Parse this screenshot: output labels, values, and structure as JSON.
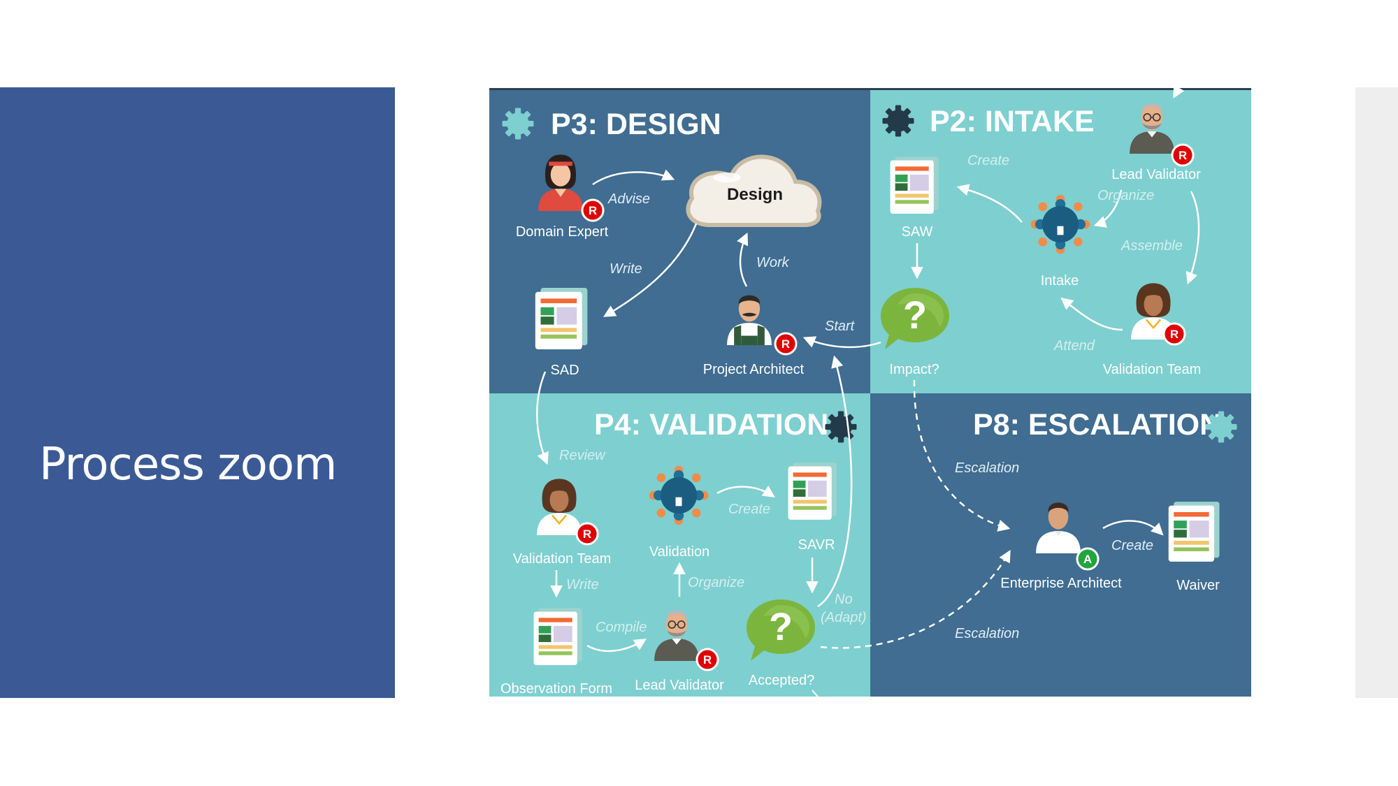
{
  "slide": {
    "title": "Process zoom"
  },
  "colors": {
    "panel_blue": "#3b5a95",
    "quadrant_dark": "#406d91",
    "quadrant_light": "#7ecfd0",
    "badge_red": "#e00000",
    "badge_green": "#22a53e",
    "decision_green": "#7cb53d"
  },
  "diagram": {
    "p3": {
      "title": "P3: DESIGN",
      "cloud": "Design",
      "domain_expert": "Domain Expert",
      "project_architect": "Project Architect",
      "sad": "SAD",
      "advise": "Advise",
      "write": "Write",
      "work": "Work",
      "start": "Start"
    },
    "p2": {
      "title": "P2: INTAKE",
      "saw": "SAW",
      "intake": "Intake",
      "lead_validator": "Lead Validator",
      "validation_team": "Validation Team",
      "impact": "Impact?",
      "create": "Create",
      "organize": "Organize",
      "assemble": "Assemble",
      "attend": "Attend"
    },
    "p4": {
      "title": "P4: VALIDATION",
      "review": "Review",
      "validation_team": "Validation Team",
      "validation": "Validation",
      "savr": "SAVR",
      "create": "Create",
      "write": "Write",
      "organize": "Organize",
      "compile": "Compile",
      "observation_form": "Observation Form",
      "lead_validator": "Lead Validator",
      "accepted": "Accepted?",
      "no_adapt_line1": "No",
      "no_adapt_line2": "(Adapt)"
    },
    "p8": {
      "title": "P8: ESCALATION",
      "escalation_top": "Escalation",
      "escalation_bottom": "Escalation",
      "enterprise_architect": "Enterprise Architect",
      "create": "Create",
      "waiver": "Waiver"
    },
    "badges": {
      "responsible": "R",
      "accountable": "A"
    },
    "icons": {
      "gear": "gear-icon",
      "person": "person-icon",
      "document": "document-icon",
      "meeting": "meeting-icon",
      "decision": "question-bubble-icon",
      "cloud": "cloud-icon"
    }
  }
}
